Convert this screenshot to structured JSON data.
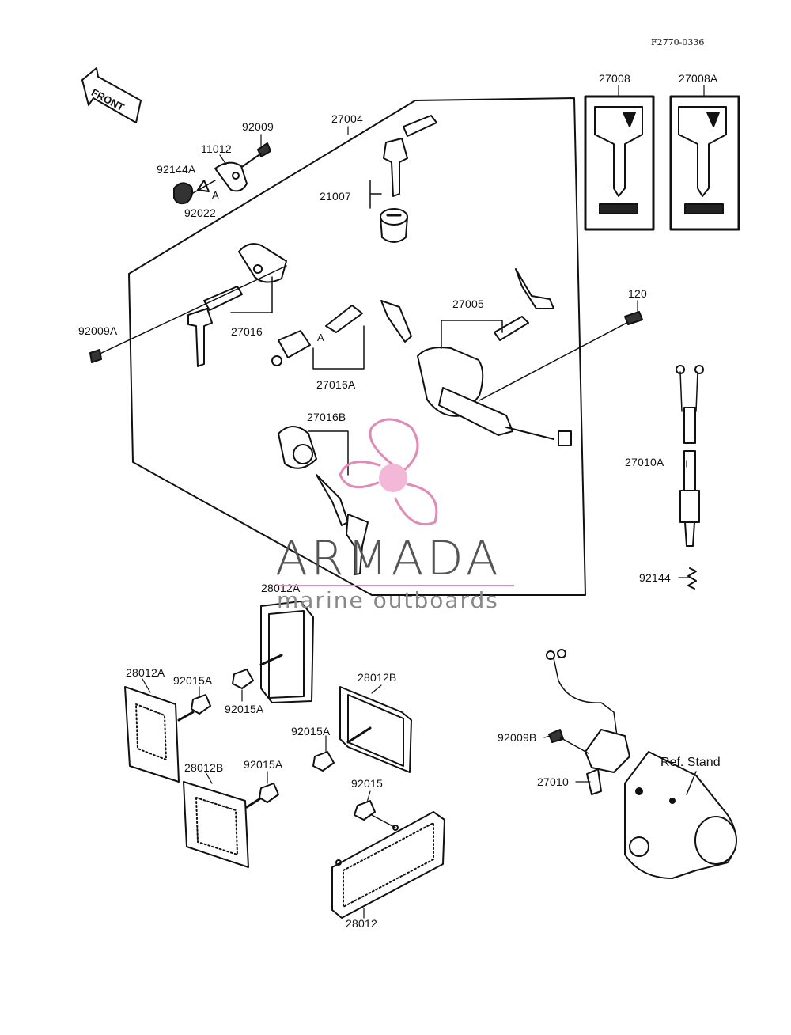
{
  "diagram": {
    "drawing_code": "F2770-0336",
    "front_label": "FRONT",
    "ref_label": "Ref. Stand",
    "part_labels": {
      "p92009": "92009",
      "p27004": "27004",
      "p11012": "11012",
      "p92144A": "92144A",
      "p92022": "92022",
      "p21007": "21007",
      "p27008": "27008",
      "p27008A": "27008A",
      "p92009A": "92009A",
      "p27016": "27016",
      "p27005": "27005",
      "p120": "120",
      "p27016A": "27016A",
      "p27016B": "27016B",
      "p27010A": "27010A",
      "p92144": "92144",
      "p28012A_top": "28012A",
      "p28012A_left": "28012A",
      "p92015A_1": "92015A",
      "p92015A_2": "92015A",
      "p28012B_right": "28012B",
      "p92015A_3": "92015A",
      "p28012B_left": "28012B",
      "p92015A_4": "92015A",
      "p92015": "92015",
      "p28012": "28012",
      "p92009B": "92009B",
      "p27010": "27010",
      "marker_a1": "A",
      "marker_a2": "A"
    }
  },
  "watermark": {
    "title": "ARMADA",
    "subtitle": "marine outboards",
    "accent_color": "#e08ab8"
  }
}
